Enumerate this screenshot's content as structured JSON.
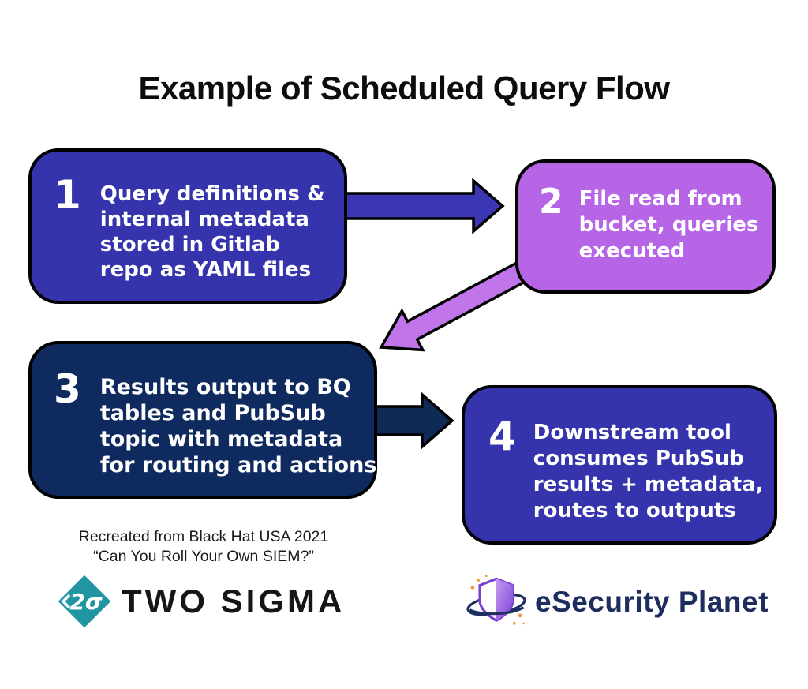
{
  "title": "Example of Scheduled Query Flow",
  "steps": [
    {
      "number": "1",
      "text": "Query definitions &\ninternal metadata\nstored in Gitlab\nrepo as YAML files"
    },
    {
      "number": "2",
      "text": "File read from\nbucket, queries\nexecuted"
    },
    {
      "number": "3",
      "text": "Results output to BQ\ntables and PubSub\ntopic with metadata\nfor routing and actions"
    },
    {
      "number": "4",
      "text": "Downstream tool\nconsumes PubSub\nresults + metadata,\nroutes to outputs"
    }
  ],
  "footer": {
    "credit_line1": "Recreated from Black Hat USA 2021",
    "credit_line2": "“Can You Roll Your Own SIEM?”",
    "two_sigma_mark": "2σ",
    "two_sigma_name": "TWO SIGMA",
    "esecurity_name": "eSecurity Planet"
  },
  "colors": {
    "box1": "#3634ac",
    "box2": "#b765e7",
    "box3": "#0e2a5e",
    "box4": "#3634ac",
    "box_text": "#ffffff",
    "arrow1": "#3b36b3",
    "arrow2": "#c076ea",
    "arrow3": "#0e2a55",
    "outline": "#000000",
    "two_sigma_teal": "#2295a2",
    "two_sigma_mark_color": "#ffffff",
    "esecurity_navy": "#1d2d5f",
    "esecurity_orange": "#f2993f",
    "shield_light": "#c49df2",
    "shield_dark": "#7c3fd4"
  }
}
